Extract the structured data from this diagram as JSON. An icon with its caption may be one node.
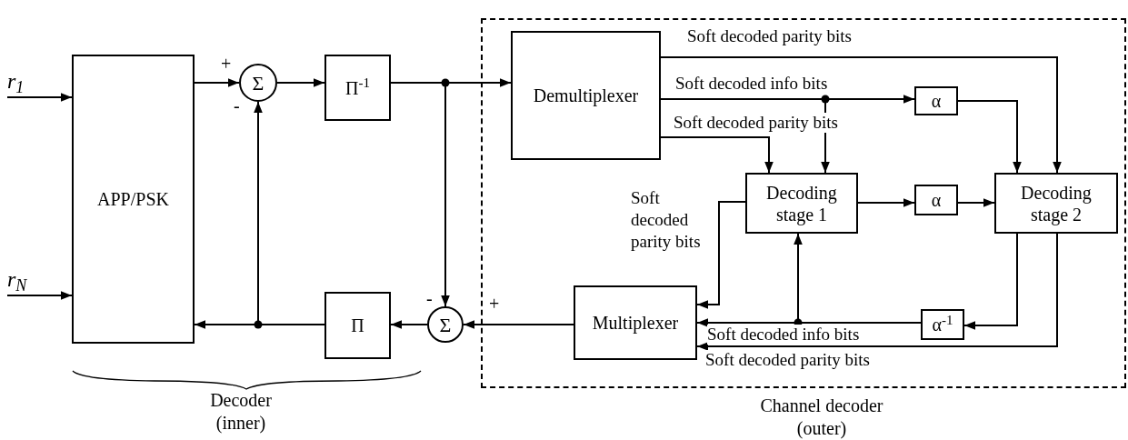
{
  "diagram": {
    "nodes": [
      {
        "text": [
          "Channel decoder (outer)"
        ]
      },
      {
        "text": [
          "r$_{1}$"
        ]
      },
      {
        "text": [
          "r$_{N}$"
        ]
      },
      {
        "text": [
          "APP/PSK"
        ]
      },
      {
        "text": [
          "Σ"
        ]
      },
      {
        "text": [
          "Π$^{-1}$"
        ]
      },
      {
        "text": [
          "Demultiplexer"
        ],
        "in": 0
      },
      {
        "text": [
          "α"
        ],
        "in": 0
      },
      {
        "text": [
          "Decoding stage 1"
        ],
        "in": 0
      },
      {
        "text": [
          "α"
        ],
        "in": 0
      },
      {
        "text": [
          "Decoding stage 2"
        ],
        "in": 0
      },
      {
        "text": [
          "Multiplexer"
        ],
        "in": 0
      },
      {
        "text": [
          "α$^{-1}$"
        ],
        "in": 0
      },
      {
        "text": [
          "Σ"
        ]
      },
      {
        "text": [
          "Π"
        ]
      }
    ],
    "edges": [
      {
        "from": 1,
        "to": 3,
        "arrow": "to"
      },
      {
        "from": 2,
        "to": 3,
        "arrow": "to"
      },
      {
        "from": 3,
        "to": 4,
        "arrow": "to"
      },
      {
        "from": 4,
        "to": 5,
        "arrow": "to"
      },
      {
        "from": 5,
        "to": 6,
        "arrow": "to"
      },
      {
        "from": 5,
        "to": 13,
        "arrow": "to"
      },
      {
        "from": 6,
        "to": 10,
        "arrow": "to",
        "label": "Soft decoded parity bits"
      },
      {
        "from": 6,
        "to": 7,
        "arrow": "to",
        "label": "Soft decoded info bits"
      },
      {
        "from": 6,
        "to": 8,
        "arrow": "to"
      },
      {
        "from": 6,
        "to": 8,
        "arrow": "to",
        "label": "Soft decoded parity bits"
      },
      {
        "from": 7,
        "to": 10,
        "arrow": "to"
      },
      {
        "from": 8,
        "to": 9,
        "arrow": "to"
      },
      {
        "from": 9,
        "to": 10,
        "arrow": "to"
      },
      {
        "from": 8,
        "to": 11,
        "arrow": "to",
        "label": "Soft decoded parity bits"
      },
      {
        "from": 10,
        "to": 12,
        "arrow": "to"
      },
      {
        "from": 12,
        "to": 11,
        "arrow": "to",
        "label": "Soft decoded info bits"
      },
      {
        "from": 12,
        "to": 8,
        "arrow": "to"
      },
      {
        "from": 10,
        "to": 11,
        "arrow": "to",
        "label": "Soft decoded parity bits"
      },
      {
        "from": 11,
        "to": 13,
        "arrow": "to"
      },
      {
        "from": 13,
        "to": 14,
        "arrow": "to"
      },
      {
        "from": 14,
        "to": 3,
        "arrow": "to"
      },
      {
        "from": 14,
        "to": 4,
        "arrow": "to"
      }
    ],
    "labels": [
      "+",
      "-",
      "-",
      "+",
      "Decoder (inner)"
    ]
  }
}
